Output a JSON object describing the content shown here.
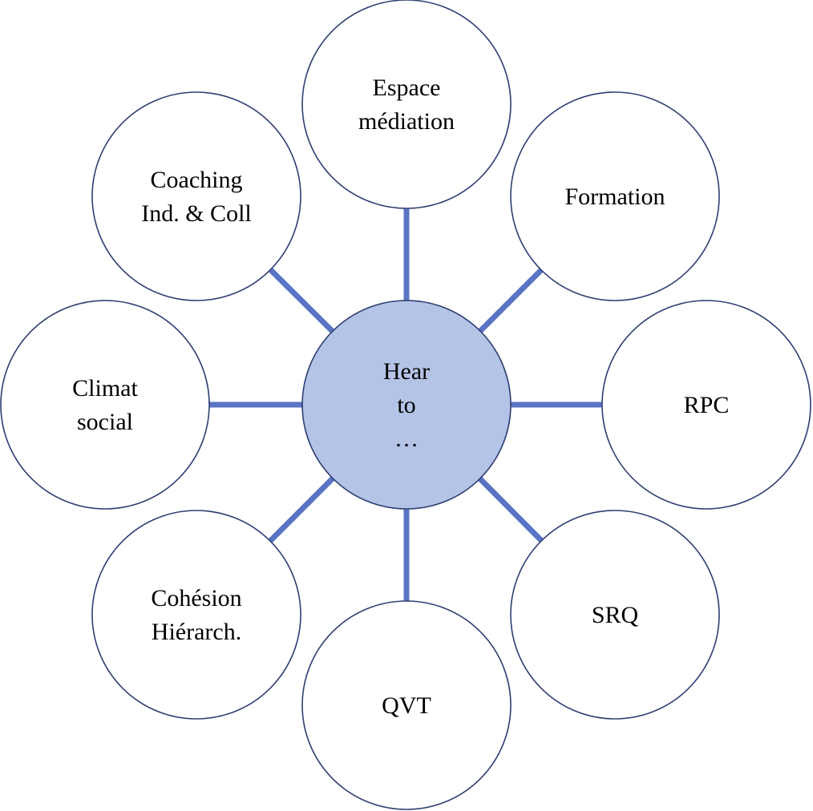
{
  "colors": {
    "connector": "#5A74C4",
    "circle_stroke": "#2F3E73",
    "circle_fill": "#FFFFFF",
    "center_fill": "#B4C4E6",
    "center_stroke": "#2F3E73",
    "text": "#000000"
  },
  "center": {
    "lines": [
      "Hear",
      "to",
      "…"
    ]
  },
  "nodes": [
    {
      "id": "espace-mediation",
      "lines": [
        "Espace",
        "médiation"
      ]
    },
    {
      "id": "formation",
      "lines": [
        "Formation"
      ]
    },
    {
      "id": "rpc",
      "lines": [
        "RPC"
      ]
    },
    {
      "id": "srq",
      "lines": [
        "SRQ"
      ]
    },
    {
      "id": "qvt",
      "lines": [
        "QVT"
      ]
    },
    {
      "id": "cohesion-hierarch",
      "lines": [
        "Cohésion",
        "Hiérarch."
      ]
    },
    {
      "id": "climat-social",
      "lines": [
        "Climat",
        "social"
      ]
    },
    {
      "id": "coaching",
      "lines": [
        "Coaching",
        "Ind. & Coll"
      ]
    }
  ]
}
